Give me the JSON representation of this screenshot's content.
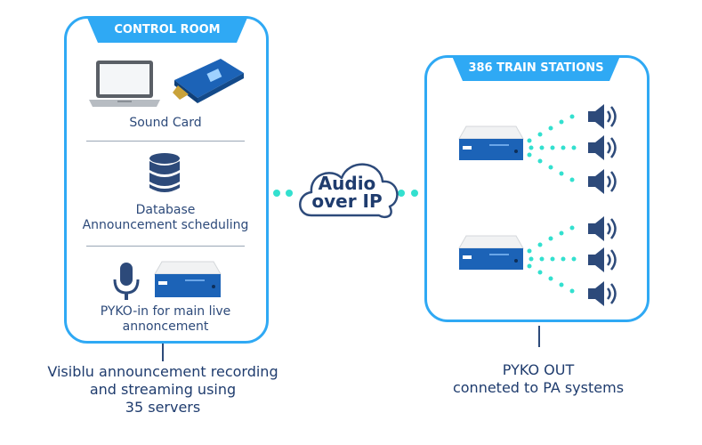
{
  "control_room": {
    "title": "CONTROL ROOM",
    "sound_card_label": "Sound Card",
    "database_label_line1": "Database",
    "database_label_line2": "Announcement scheduling",
    "pyko_in_label_line1": "PYKO-in for main live",
    "pyko_in_label_line2": "annoncement"
  },
  "train_stations": {
    "title": "386 TRAIN STATIONS",
    "speaker_icon": "speaker-icon",
    "device_icon": "pyko-device-icon"
  },
  "cloud": {
    "line1": "Audio",
    "line2": "over IP",
    "icon": "cloud-icon"
  },
  "captions": {
    "left_line1": "Visiblu announcement recording",
    "left_line2": "and streaming using",
    "left_line3": "35 servers",
    "right_line1": "PYKO OUT",
    "right_line2": "conneted to PA systems"
  },
  "colors": {
    "accent_blue": "#2fa9f4",
    "text_navy": "#2d4a7a",
    "dot_teal": "#33e0cf",
    "device_blue": "#1c63b7"
  }
}
